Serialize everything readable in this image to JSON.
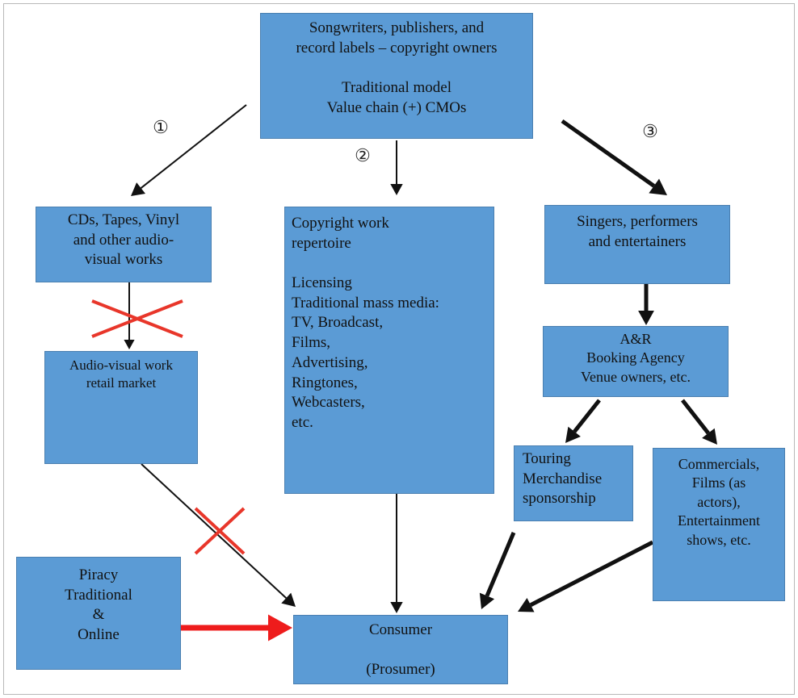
{
  "nodes": {
    "owners": {
      "lines": [
        "Songwriters, publishers, and",
        "record labels – copyright owners",
        "",
        "Traditional model",
        "Value chain (+) CMOs"
      ]
    },
    "physical": {
      "lines": [
        "CDs, Tapes, Vinyl",
        "and other audio-",
        "visual works"
      ]
    },
    "retail": {
      "lines": [
        "Audio-visual work",
        "retail market"
      ]
    },
    "repertoire": {
      "lines": [
        "Copyright work",
        "repertoire",
        "",
        "Licensing",
        "Traditional mass media:",
        "TV, Broadcast,",
        "Films,",
        "Advertising,",
        "Ringtones,",
        "Webcasters,",
        "etc."
      ]
    },
    "performers": {
      "lines": [
        "Singers, performers",
        "and entertainers"
      ]
    },
    "agency": {
      "lines": [
        "A&R",
        "Booking Agency",
        "Venue owners, etc."
      ]
    },
    "touring": {
      "lines": [
        "Touring",
        "Merchandise",
        "sponsorship"
      ]
    },
    "commercials": {
      "lines": [
        "Commercials,",
        "Films (as",
        "actors),",
        "Entertainment",
        "shows, etc."
      ]
    },
    "piracy": {
      "lines": [
        "Piracy",
        "Traditional",
        "&",
        "Online"
      ]
    },
    "consumer": {
      "lines": [
        "Consumer",
        "",
        "(Prosumer)"
      ]
    }
  },
  "path_markers": [
    "①",
    "②",
    "③"
  ],
  "colors": {
    "box": "#5b9bd5",
    "arrow": "#111111",
    "blocked": "#e8362a",
    "piracy_arrow": "#ee1c1c",
    "bolt": "#fff200"
  }
}
